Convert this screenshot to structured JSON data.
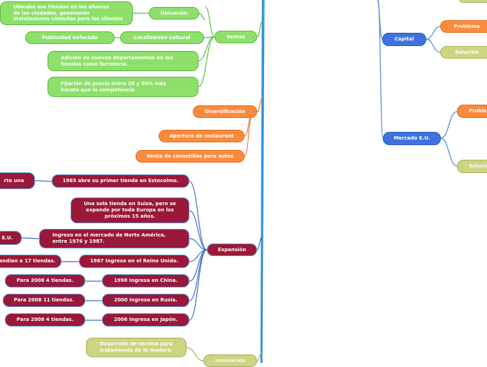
{
  "colors": {
    "green": "#8ee06a",
    "orange": "#fb8a3c",
    "red": "#9a1838",
    "olive": "#cdd482",
    "blue": "#3f72de",
    "line_green": "#5cbc44",
    "line_orange": "#f07a2c",
    "line_blue": "#4a86d8",
    "trunk": "#2b8fd8"
  },
  "nodes": {
    "ubicacion_desc": "Ubicaba sus tiendas en las afueras\nde las ciudades, generando\ninstalaciones cómodas para los clientes",
    "ubicacion": "Ubicación",
    "publicidad": "Publicidad enfocada",
    "localizacion": "Localización cultural",
    "ventas": "Ventas",
    "departamentos": "Adición de nuevos departamentos en las\ntiendas como ferretería.",
    "precio": "Fijación de precio entre 30 y 50% más\nbarato que la competencia",
    "diversificacion": "Diversificación",
    "restaurant": "Apertura de restaurant",
    "canastillas": "Venta de canastillas para autos",
    "rt_una": "rto una",
    "estocolmo": "1965 abre su primer tienda en Estocolmo.",
    "suiza": "Una sola tienda en Suiza, pero se\nexpande por toda Europa en los\npróximos 15 años.",
    "eu_left": "E.U.",
    "norteamerica": "Ingreso en el mercado de Norte América,\nentre 1976 y 1987.",
    "expansion": "Expansión",
    "andian": "andian a 17 tiendas.",
    "reino_unido": "1987 Ingresa en el Reino Unido.",
    "para2008_china": "Para 2008 4 tiendas.",
    "china": "1998 Ingresa en China.",
    "para2008_rusia": "Para 2008 11 tiendas.",
    "rusia": "2000 Ingresa en Rusia.",
    "para2008_japon": "Para 2008 4 tiendas.",
    "japon": "2006 Ingresa en Japón.",
    "madera": "Desarrollo de técnica para\ntratamiento de la madera.",
    "innovacion": "Innovación",
    "capital": "Capital",
    "problema_capital": "Problema",
    "solucion_capital": "Solución",
    "mercado_eu": "Mercado E.U.",
    "problema_mercado": "Proble",
    "solucion_mercado": "Solució"
  }
}
